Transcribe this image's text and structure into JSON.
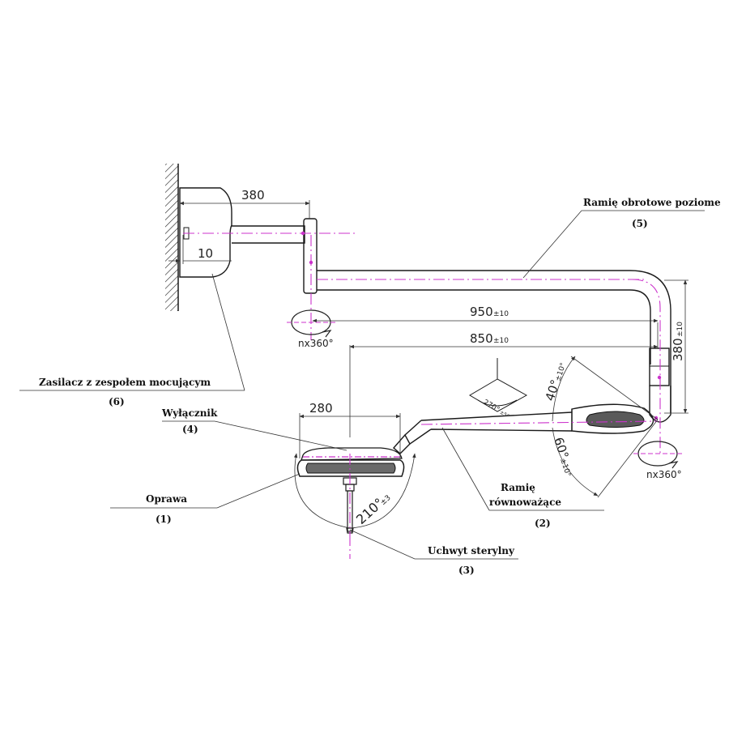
{
  "dimensions": {
    "d380_top": "380",
    "d10": "10",
    "d950": "950",
    "d950_tol": "±10",
    "d850": "850",
    "d850_tol": "±10",
    "d380_vert": "380",
    "d380_vert_tol": "±10",
    "d280": "280",
    "rot1": "nx360°",
    "rot2": "nx360°",
    "angle270": "270°",
    "angle270_tol": "±5°",
    "angle40": "40°",
    "angle40_tol": "±10°",
    "angle60": "60°",
    "angle60_tol": "±10°",
    "angle210": "210°",
    "angle210_tol": "±3"
  },
  "callouts": {
    "c5_label": "Ramię obrotowe poziome",
    "c5_num": "(5)",
    "c6_label": "Zasilacz z zespołem mocującym",
    "c6_num": "(6)",
    "c4_label": "Wyłącznik",
    "c4_num": "(4)",
    "c1_label": "Oprawa",
    "c1_num": "(1)",
    "c2_label_line1": "Ramię",
    "c2_label_line2": "równoważące",
    "c2_num": "(2)",
    "c3_label": "Uchwyt sterylny",
    "c3_num": "(3)"
  },
  "colors": {
    "centerline": "#cc33cc",
    "ink": "#1a1a1a",
    "arm_fill": "#e6e6e6"
  }
}
